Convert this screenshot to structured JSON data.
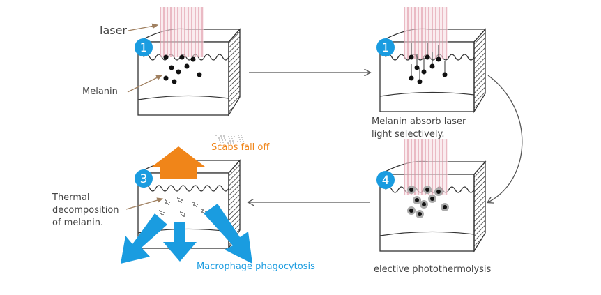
{
  "colors": {
    "laser": "#d9889a",
    "step_badge": "#1a9ce0",
    "scab_arrow": "#f08519",
    "macrophage_arrow": "#1a9ce0",
    "melanin": "#111111"
  },
  "panels": [
    {
      "step": "1",
      "labels": [
        "laser",
        "Melanin"
      ]
    },
    {
      "step": "1",
      "caption_lines": [
        "Melanin absorb laser",
        "light selectively."
      ]
    },
    {
      "step": "3",
      "caption": "elective photothermolysis"
    },
    {
      "step": "4",
      "labels": [
        "Thermal",
        "decomposition",
        "of melanin."
      ],
      "scab_label": "Scabs fall off",
      "macrophage_label": "Macrophage phagocytosis"
    }
  ]
}
